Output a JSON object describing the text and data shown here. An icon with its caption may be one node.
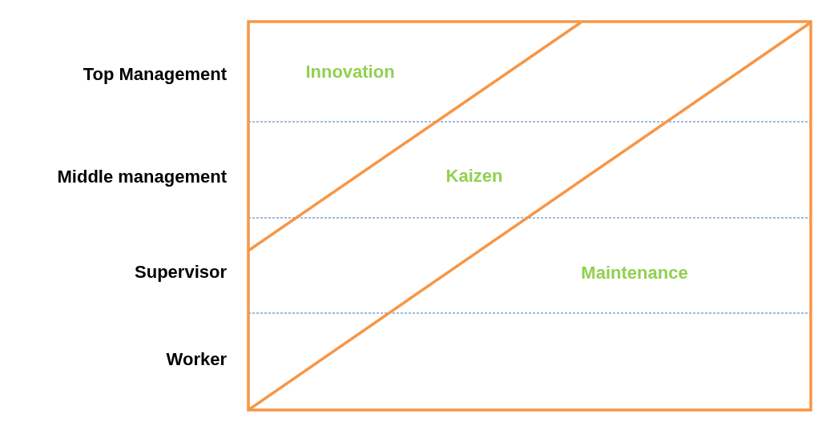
{
  "diagram": {
    "labels": [
      "Top Management",
      "Middle management",
      "Supervisor",
      "Worker",
      "Innovation",
      "Kaizen",
      "Maintenance"
    ]
  }
}
